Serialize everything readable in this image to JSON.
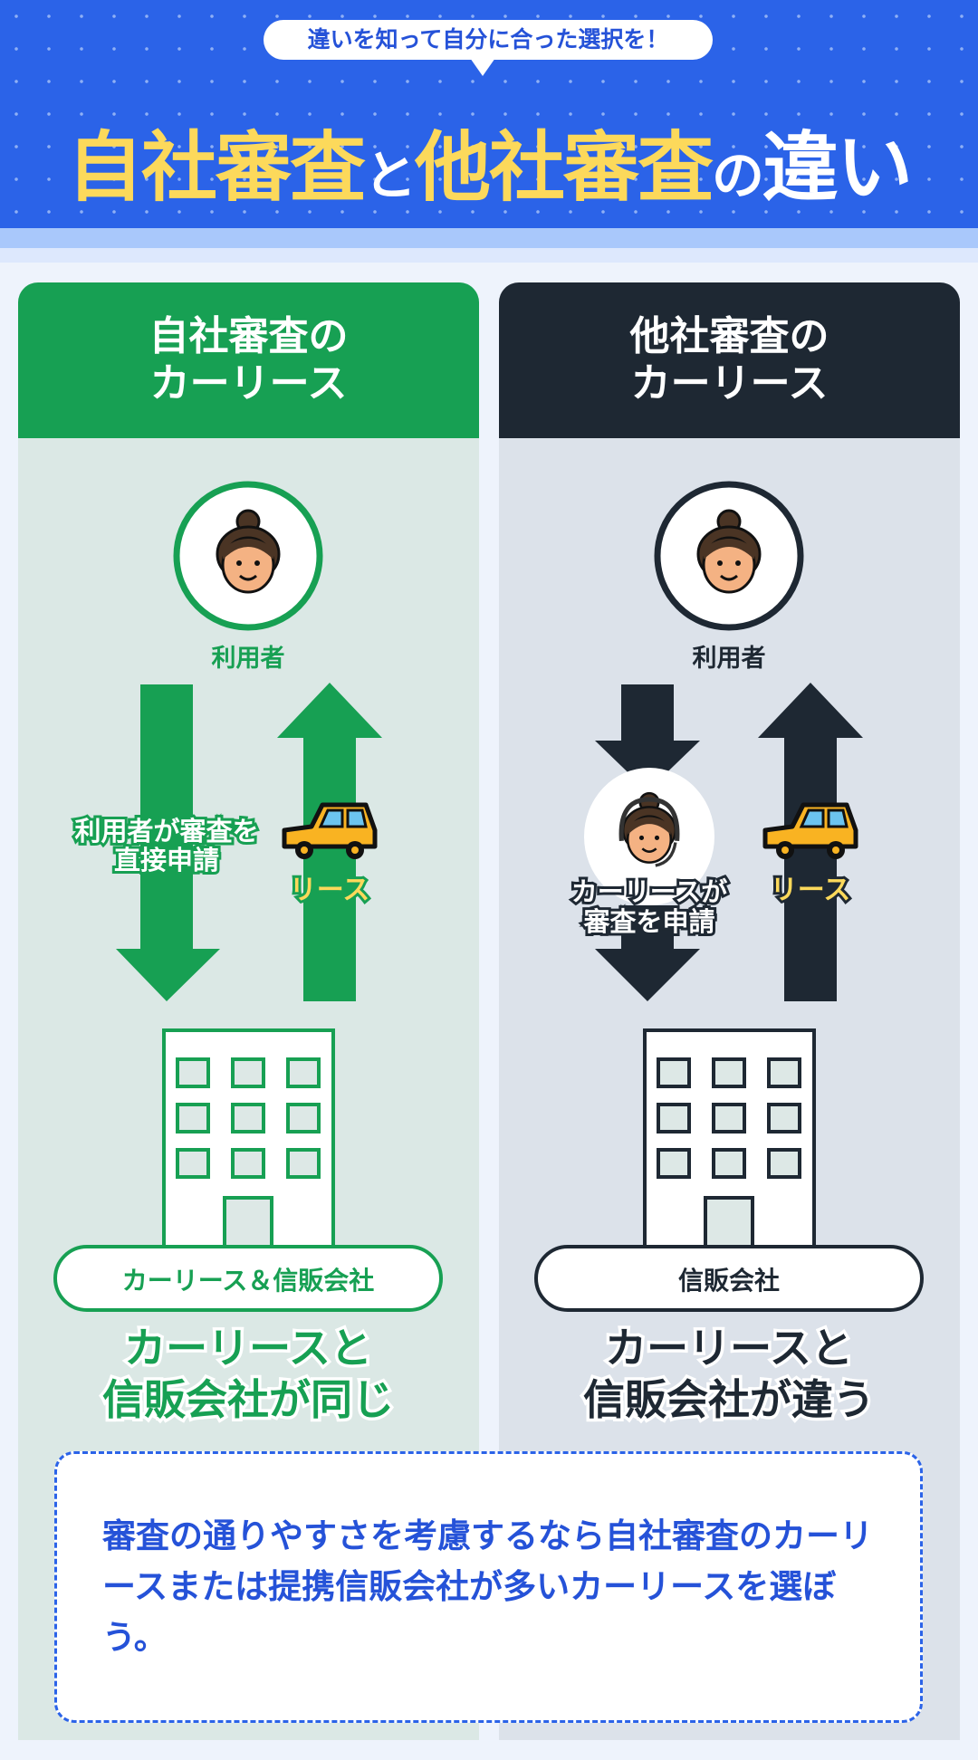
{
  "header": {
    "bubble": "違いを知って自分に合った選択を！",
    "title_part1": "自社審査",
    "title_and": "と",
    "title_part2": "他社審査",
    "title_no": "の",
    "title_end": "違い"
  },
  "left": {
    "heading": "自社審査の\nカーリース",
    "user_label": "利用者",
    "arrow_down_label_1": "利用者が審査を",
    "arrow_down_label_2": "直接申請",
    "arrow_up_label": "リース",
    "company_label": "カーリース＆信販会社",
    "conclusion_1": "カーリースと",
    "conclusion_2": "信販会社が同じ",
    "color": "#17a053"
  },
  "right": {
    "heading": "他社審査の\nカーリース",
    "user_label": "利用者",
    "arrow_down_label_1": "カーリースが",
    "arrow_down_label_2": "審査を申請",
    "arrow_up_label": "リース",
    "company_label": "信販会社",
    "conclusion_1": "カーリースと",
    "conclusion_2": "信販会社が違う",
    "color": "#1e2833"
  },
  "note": {
    "text": "審査の通りやすさを考慮するなら自社審査のカーリースまたは提携信販会社が多いカーリースを選ぼう。"
  }
}
